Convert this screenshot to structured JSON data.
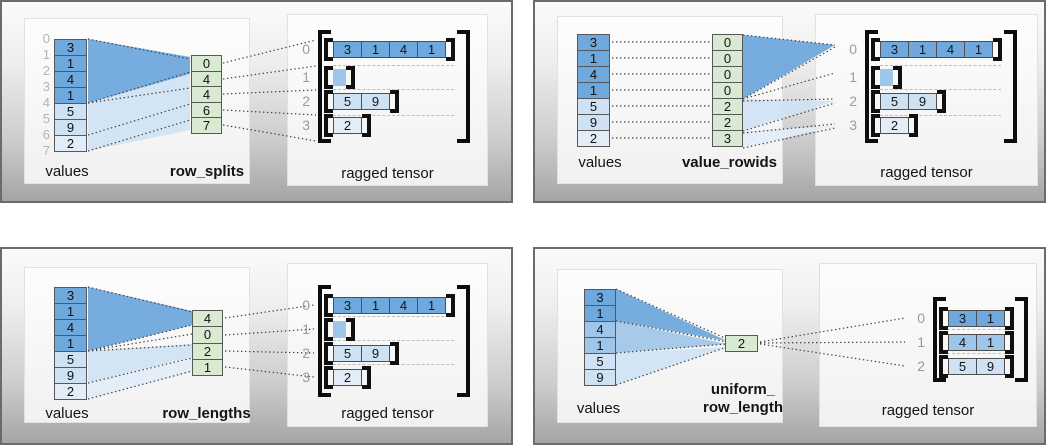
{
  "colors": {
    "blue_dark": "#6fa8dc",
    "blue_mid": "#9fc5e8",
    "blue_light": "#cfe2f3",
    "blue_xlight": "#e2edf8",
    "green_cell": "#d9ead3",
    "panel_gray": "#a5a5a5"
  },
  "quadrants": {
    "row_splits": {
      "values_label": "values",
      "method_label": "row_splits",
      "tensor_label": "ragged tensor",
      "value_indices": [
        "0",
        "1",
        "2",
        "3",
        "4",
        "5",
        "6",
        "7"
      ],
      "values": [
        "3",
        "1",
        "4",
        "1",
        "5",
        "9",
        "2"
      ],
      "method_values": [
        "0",
        "4",
        "4",
        "6",
        "7"
      ],
      "row_labels": [
        "0",
        "1",
        "2",
        "3"
      ],
      "tensor_rows": [
        [
          "3",
          "1",
          "4",
          "1"
        ],
        [],
        [
          "5",
          "9"
        ],
        [
          "2"
        ]
      ]
    },
    "value_rowids": {
      "values_label": "values",
      "method_label": "value_rowids",
      "tensor_label": "ragged tensor",
      "values": [
        "3",
        "1",
        "4",
        "1",
        "5",
        "9",
        "2"
      ],
      "method_values": [
        "0",
        "0",
        "0",
        "0",
        "2",
        "2",
        "3"
      ],
      "row_labels": [
        "0",
        "1",
        "2",
        "3"
      ],
      "tensor_rows": [
        [
          "3",
          "1",
          "4",
          "1"
        ],
        [],
        [
          "5",
          "9"
        ],
        [
          "2"
        ]
      ]
    },
    "row_lengths": {
      "values_label": "values",
      "method_label": "row_lengths",
      "tensor_label": "ragged tensor",
      "values": [
        "3",
        "1",
        "4",
        "1",
        "5",
        "9",
        "2"
      ],
      "method_values": [
        "4",
        "0",
        "2",
        "1"
      ],
      "row_labels": [
        "0",
        "1",
        "2",
        "3"
      ],
      "tensor_rows": [
        [
          "3",
          "1",
          "4",
          "1"
        ],
        [],
        [
          "5",
          "9"
        ],
        [
          "2"
        ]
      ]
    },
    "uniform_row_length": {
      "values_label": "values",
      "method_label_line1": "uniform_",
      "method_label_line2": "row_length",
      "tensor_label": "ragged tensor",
      "values": [
        "3",
        "1",
        "4",
        "1",
        "5",
        "9"
      ],
      "method_values": [
        "2"
      ],
      "row_labels": [
        "0",
        "1",
        "2"
      ],
      "tensor_rows": [
        [
          "3",
          "1"
        ],
        [
          "4",
          "1"
        ],
        [
          "5",
          "9"
        ]
      ]
    }
  }
}
